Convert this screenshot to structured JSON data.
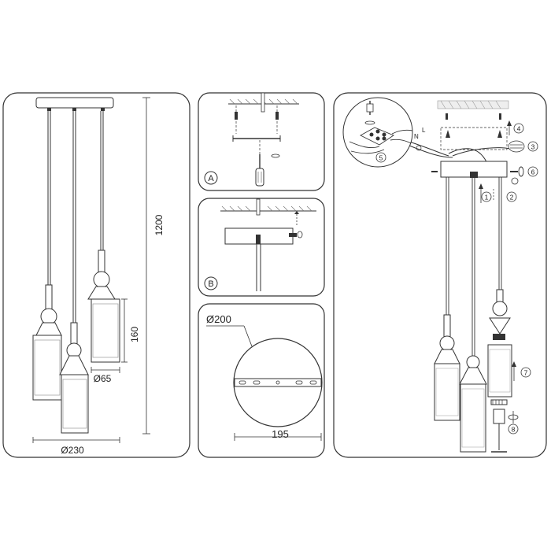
{
  "dimensions": {
    "height_total": "1200",
    "shade_height": "160",
    "shade_diameter": "Ø65",
    "canopy_diameter": "Ø230",
    "plate_diameter": "Ø200",
    "plate_hole_span": "195"
  },
  "panel_labels": {
    "a": "A",
    "b": "B"
  },
  "step_labels": [
    "1",
    "2",
    "3",
    "4",
    "5",
    "6",
    "7",
    "8"
  ],
  "wire_labels": {
    "l": "L",
    "n": "N"
  }
}
